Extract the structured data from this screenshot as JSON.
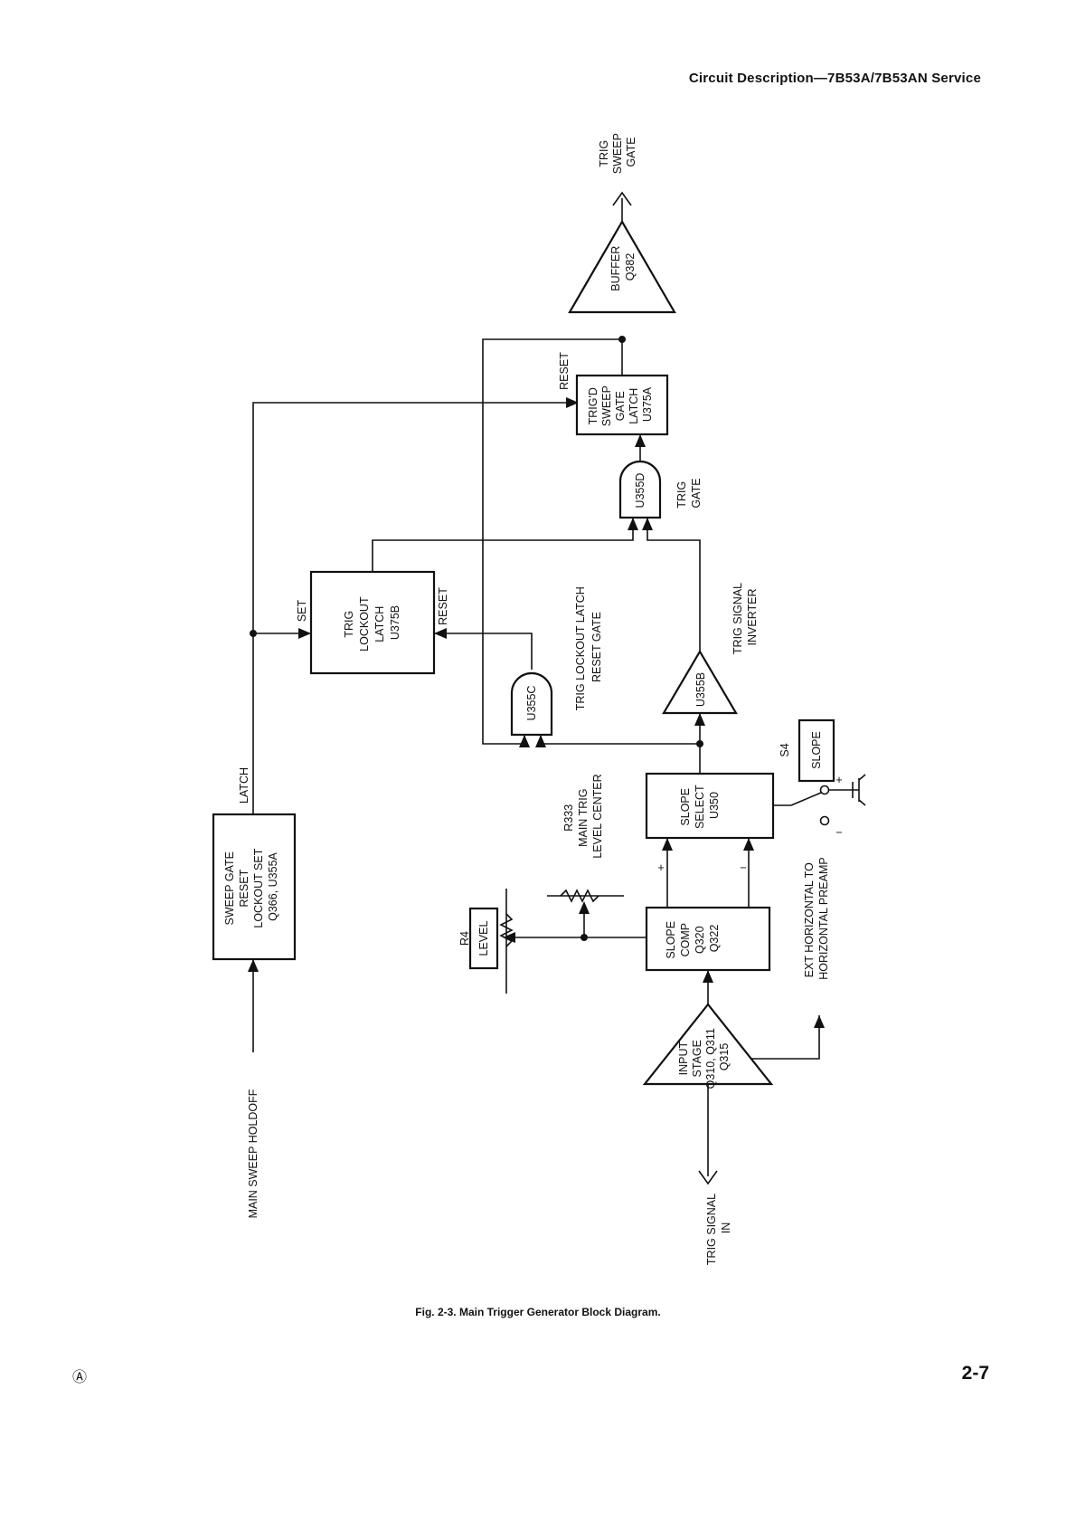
{
  "header": {
    "running_title": "Circuit Description—7B53A/7B53AN Service"
  },
  "diagram": {
    "buffer": [
      "BUFFER",
      "Q382"
    ],
    "trig_sweep_gate_out": [
      "TRIG",
      "SWEEP",
      "GATE"
    ],
    "reset_top": "RESET",
    "trigd_latch": [
      "TRIG'D",
      "SWEEP",
      "GATE",
      "LATCH",
      "U375A"
    ],
    "u355d": "U355D",
    "trig_gate": [
      "TRIG",
      "GATE"
    ],
    "set_label": "SET",
    "reset_mid": "RESET",
    "lockout_latch": [
      "TRIG",
      "LOCKOUT",
      "LATCH",
      "U375B"
    ],
    "lockout_reset_gate": [
      "TRIG LOCKOUT LATCH",
      "RESET GATE"
    ],
    "u355c": "U355C",
    "u355b": "U355B",
    "trig_signal_inverter": [
      "TRIG SIGNAL",
      "INVERTER"
    ],
    "latch_label": "LATCH",
    "sweep_gate_reset": [
      "SWEEP GATE",
      "RESET",
      "LOCKOUT SET",
      "Q366, U355A"
    ],
    "main_sweep_holdoff": "MAIN SWEEP HOLDOFF",
    "slope_select": [
      "SLOPE",
      "SELECT",
      "U350"
    ],
    "s4": "S4",
    "slope_switch": "SLOPE",
    "plus": "+",
    "minus": "−",
    "r333": [
      "R333",
      "MAIN TRIG",
      "LEVEL CENTER"
    ],
    "r4": "R4",
    "level": "LEVEL",
    "slope_comp": [
      "SLOPE",
      "COMP",
      "Q320",
      "Q322"
    ],
    "ext_horizontal": [
      "EXT HORIZONTAL TO",
      "HORIZONTAL PREAMP"
    ],
    "input_stage": [
      "INPUT",
      "STAGE",
      "Q310, Q311",
      "Q315"
    ],
    "trig_signal_in": [
      "TRIG SIGNAL",
      "IN"
    ]
  },
  "caption": "Fig. 2-3. Main Trigger Generator Block Diagram.",
  "footer": {
    "page_number": "2-7",
    "mark": "Ⓐ"
  }
}
